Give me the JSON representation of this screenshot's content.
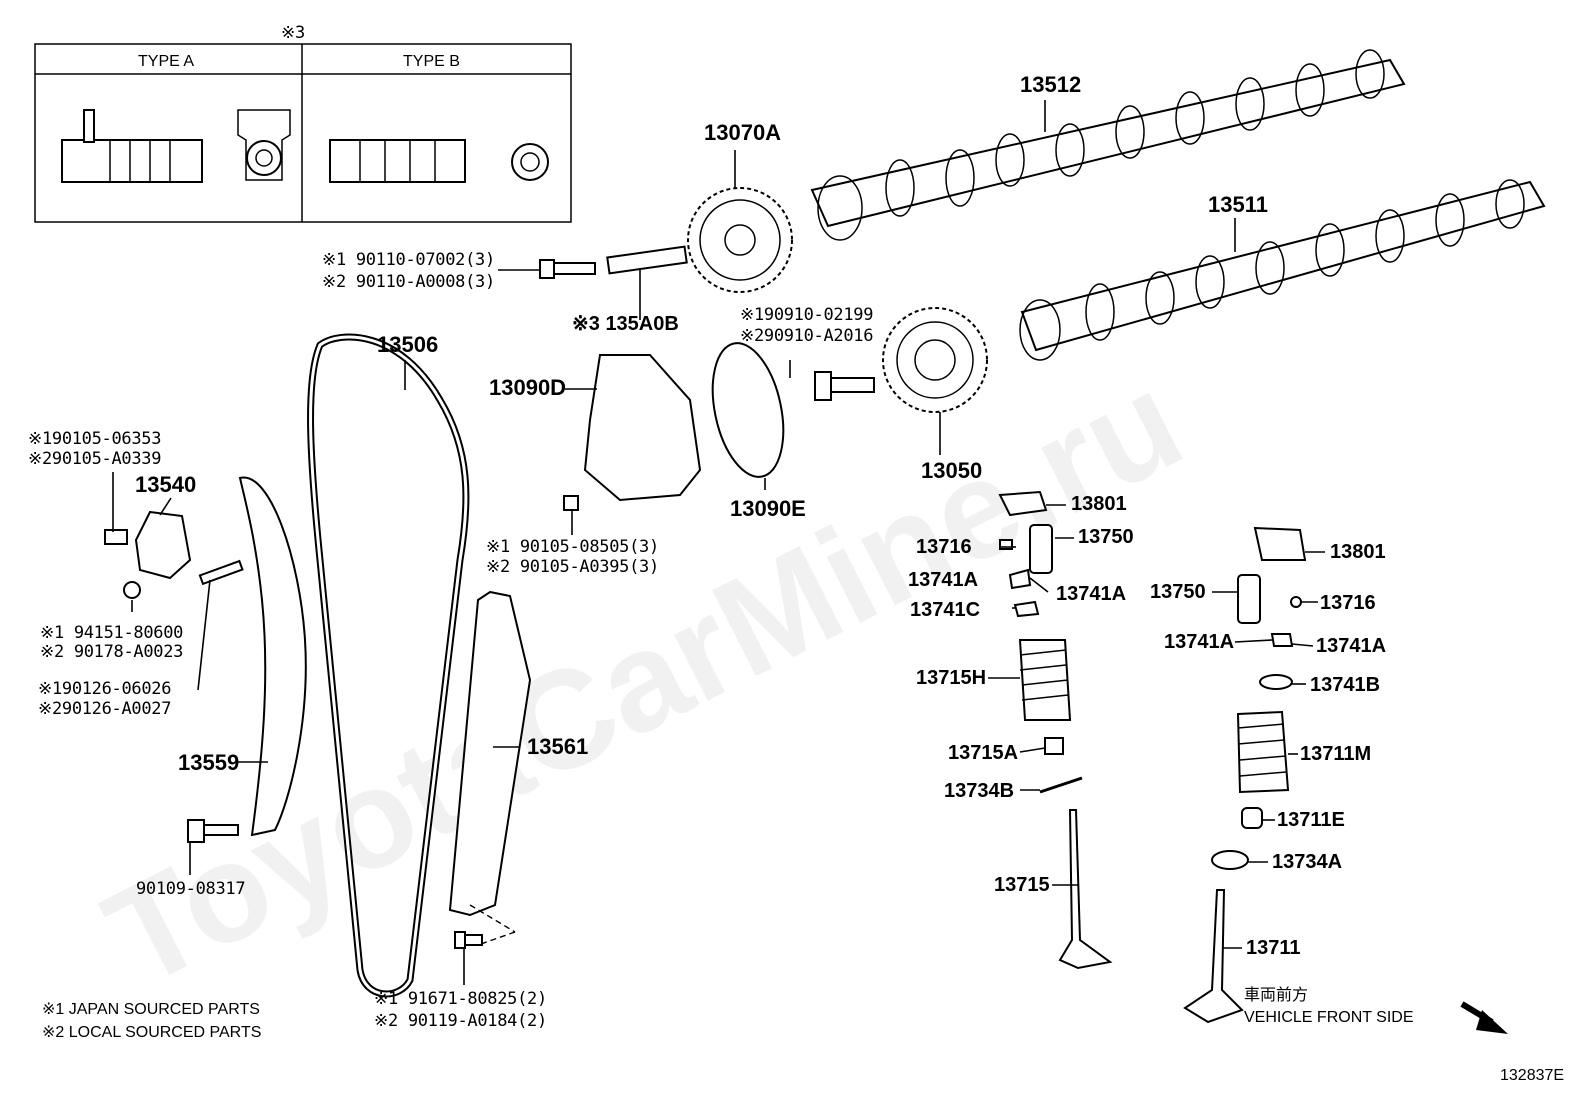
{
  "watermark": "ToyotaCarMine.ru",
  "inset": {
    "header_mark": "※3",
    "type_a": "TYPE A",
    "type_b": "TYPE B"
  },
  "labels": {
    "bolt_top_1": "※1 90110-07002(3)",
    "bolt_top_2": "※2 90110-A0008(3)",
    "p135A0B": "※3  135A0B",
    "p13070A": "13070A",
    "p13512": "13512",
    "p13511": "13511",
    "p13506": "13506",
    "p13090D": "13090D",
    "gasket_1": "※190910-02199",
    "gasket_2": "※290910-A2016",
    "p13050": "13050",
    "p13090E": "13090E",
    "bolt_left_1": "※190105-06353",
    "bolt_left_2": "※290105-A0339",
    "p13540": "13540",
    "bolt_mid_1": "※1 90105-08505(3)",
    "bolt_mid_2": "※2 90105-A0395(3)",
    "nut_1": "※1 94151-80600",
    "nut_2": "※2 90178-A0023",
    "stud_1": "※190126-06026",
    "stud_2": "※290126-A0027",
    "p13559": "13559",
    "p13561": "13561",
    "p90109": "90109-08317",
    "bolt_bot_1": "※1 91671-80825(2)",
    "bolt_bot_2": "※2 90119-A0184(2)",
    "p13801_a": "13801",
    "p13716_a": "13716",
    "p13750_a": "13750",
    "p13741A_a": "13741A",
    "p13741A_b": "13741A",
    "p13741C": "13741C",
    "p13715H": "13715H",
    "p13715A": "13715A",
    "p13734B": "13734B",
    "p13715": "13715",
    "p13801_b": "13801",
    "p13750_b": "13750",
    "p13716_b": "13716",
    "p13741A_c": "13741A",
    "p13741A_d": "13741A",
    "p13741B": "13741B",
    "p13711M": "13711M",
    "p13711E": "13711E",
    "p13734A": "13734A",
    "p13711": "13711"
  },
  "legend": {
    "note1": "※1 JAPAN SOURCED PARTS",
    "note2": "※2 LOCAL SOURCED PARTS"
  },
  "direction": {
    "jp": "車両前方",
    "en": "VEHICLE FRONT SIDE"
  },
  "diagram_id": "132837E"
}
